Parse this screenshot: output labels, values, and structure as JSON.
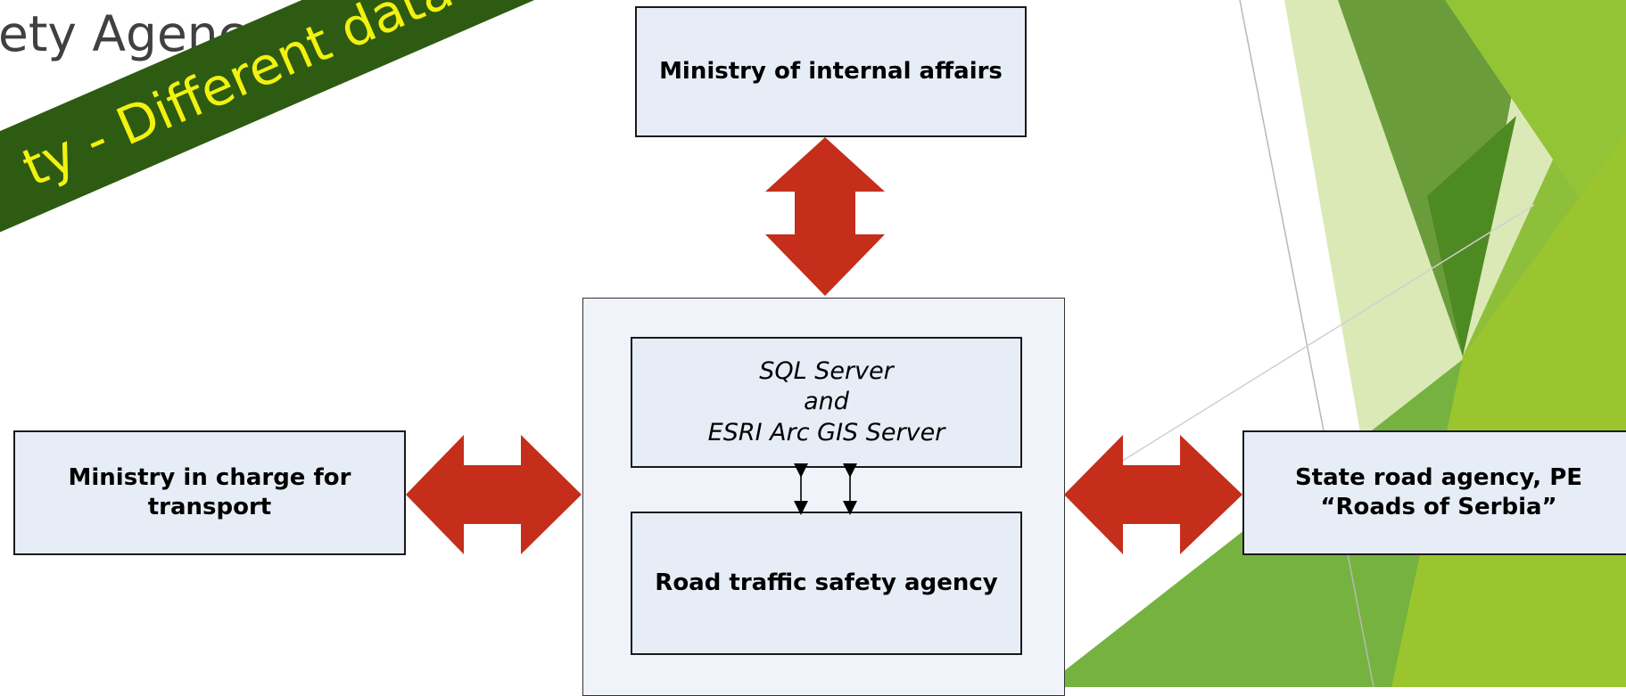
{
  "title": "ety Agency",
  "banner": "ty - Different data source",
  "boxes": {
    "ministry_internal": "Ministry of internal affairs",
    "ministry_transport": "Ministry in charge for transport",
    "state_road": "State road agency, PE “Roads of Serbia”",
    "sql_server": [
      "SQL Server",
      "and",
      "ESRI Arc GIS Server"
    ],
    "rtsa": "Road traffic safety agency"
  },
  "colors": {
    "arrow": "#c42e1a",
    "box_fill": "#e7edf6",
    "banner_bg": "#2e5b12",
    "banner_text": "#f2f20f",
    "green_dark": "#3d7d1c",
    "green_mid": "#72b33a",
    "green_light": "#cfe3a4"
  }
}
